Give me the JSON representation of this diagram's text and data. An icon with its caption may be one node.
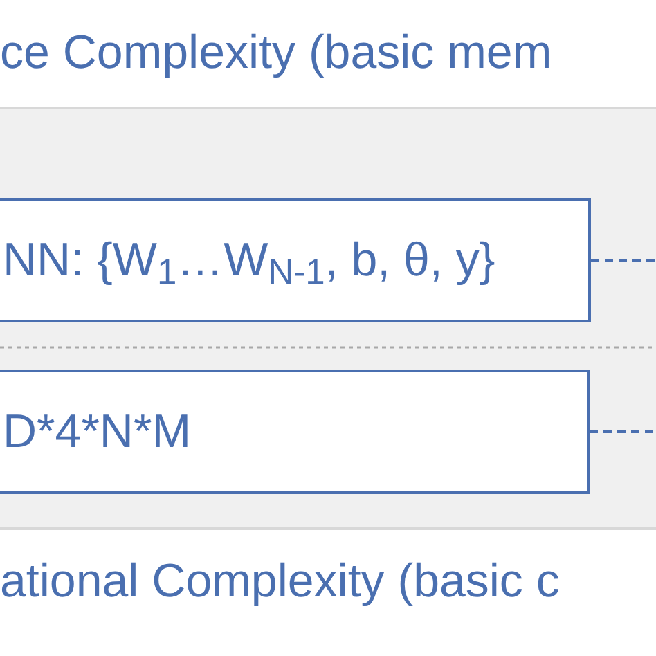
{
  "diagram": {
    "nodes": [
      {
        "text": [
          "NN: {W$_{1}$…W$_{N-1}$, b, θ, y}"
        ]
      },
      {
        "text": [
          "D*4*N*M"
        ]
      }
    ],
    "edges": [
      {
        "from": 0,
        "to": null,
        "arrow": "none",
        "style": "dashed"
      },
      {
        "from": 1,
        "to": null,
        "arrow": "none",
        "style": "dashed"
      }
    ],
    "labels": [
      "ce Complexity (basic mem",
      "ational Complexity (basic c"
    ]
  }
}
